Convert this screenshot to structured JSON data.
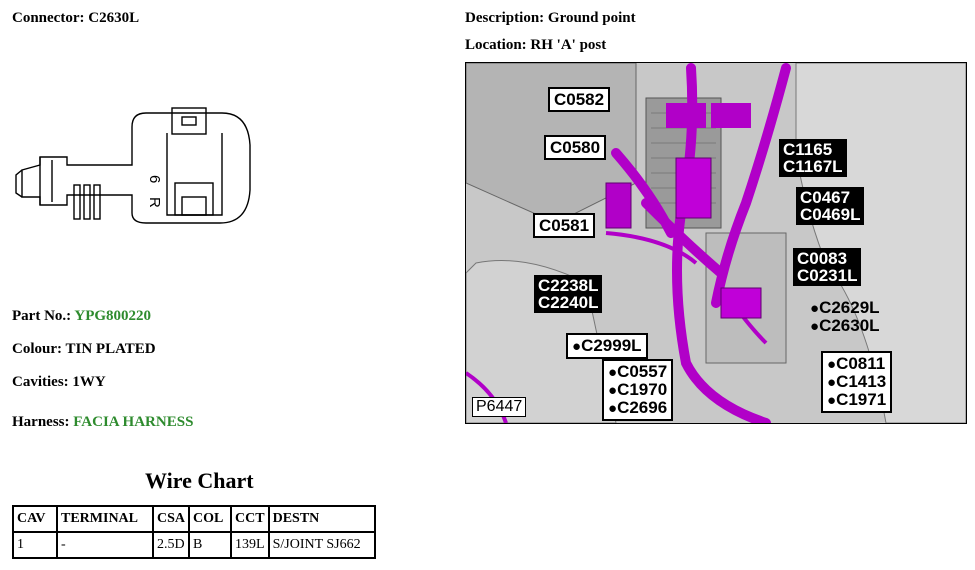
{
  "connector": {
    "label": "Connector:",
    "value": "C2630L"
  },
  "description": {
    "label": "Description:",
    "value": "Ground point"
  },
  "location": {
    "label": "Location:",
    "value": "RH 'A' post"
  },
  "connector_drawing_marks": [
    "6",
    "R"
  ],
  "part_no": {
    "label": "Part No.:",
    "value": "YPG800220"
  },
  "colour": {
    "label": "Colour:",
    "value": "TIN PLATED"
  },
  "cavities": {
    "label": "Cavities:",
    "value": "1WY"
  },
  "harness": {
    "label": "Harness:",
    "value": "FACIA HARNESS"
  },
  "wire_chart": {
    "title": "Wire Chart",
    "columns": [
      "CAV",
      "TERMINAL",
      "CSA",
      "COL",
      "CCT",
      "DESTN"
    ],
    "rows": [
      [
        "1",
        "-",
        "2.5D",
        "B",
        "139L",
        "S/JOINT SJ662"
      ]
    ]
  },
  "photo": {
    "reference": "P6447",
    "labels": {
      "c0582": "C0582",
      "c0580": "C0580",
      "c0581": "C0581",
      "c1165": "C1165",
      "c1167l": "C1167L",
      "c0467": "C0467",
      "c0469l": "C0469L",
      "c0083": "C0083",
      "c0231l": "C0231L",
      "c2238l": "C2238L",
      "c2240l": "C2240L",
      "c2629l": "C2629L",
      "c2630l": "C2630L",
      "c2999l": "C2999L",
      "c0557": "C0557",
      "c1970": "C1970",
      "c2696": "C2696",
      "c0811": "C0811",
      "c1413": "C1413",
      "c1971": "C1971"
    },
    "bullet": "●"
  }
}
